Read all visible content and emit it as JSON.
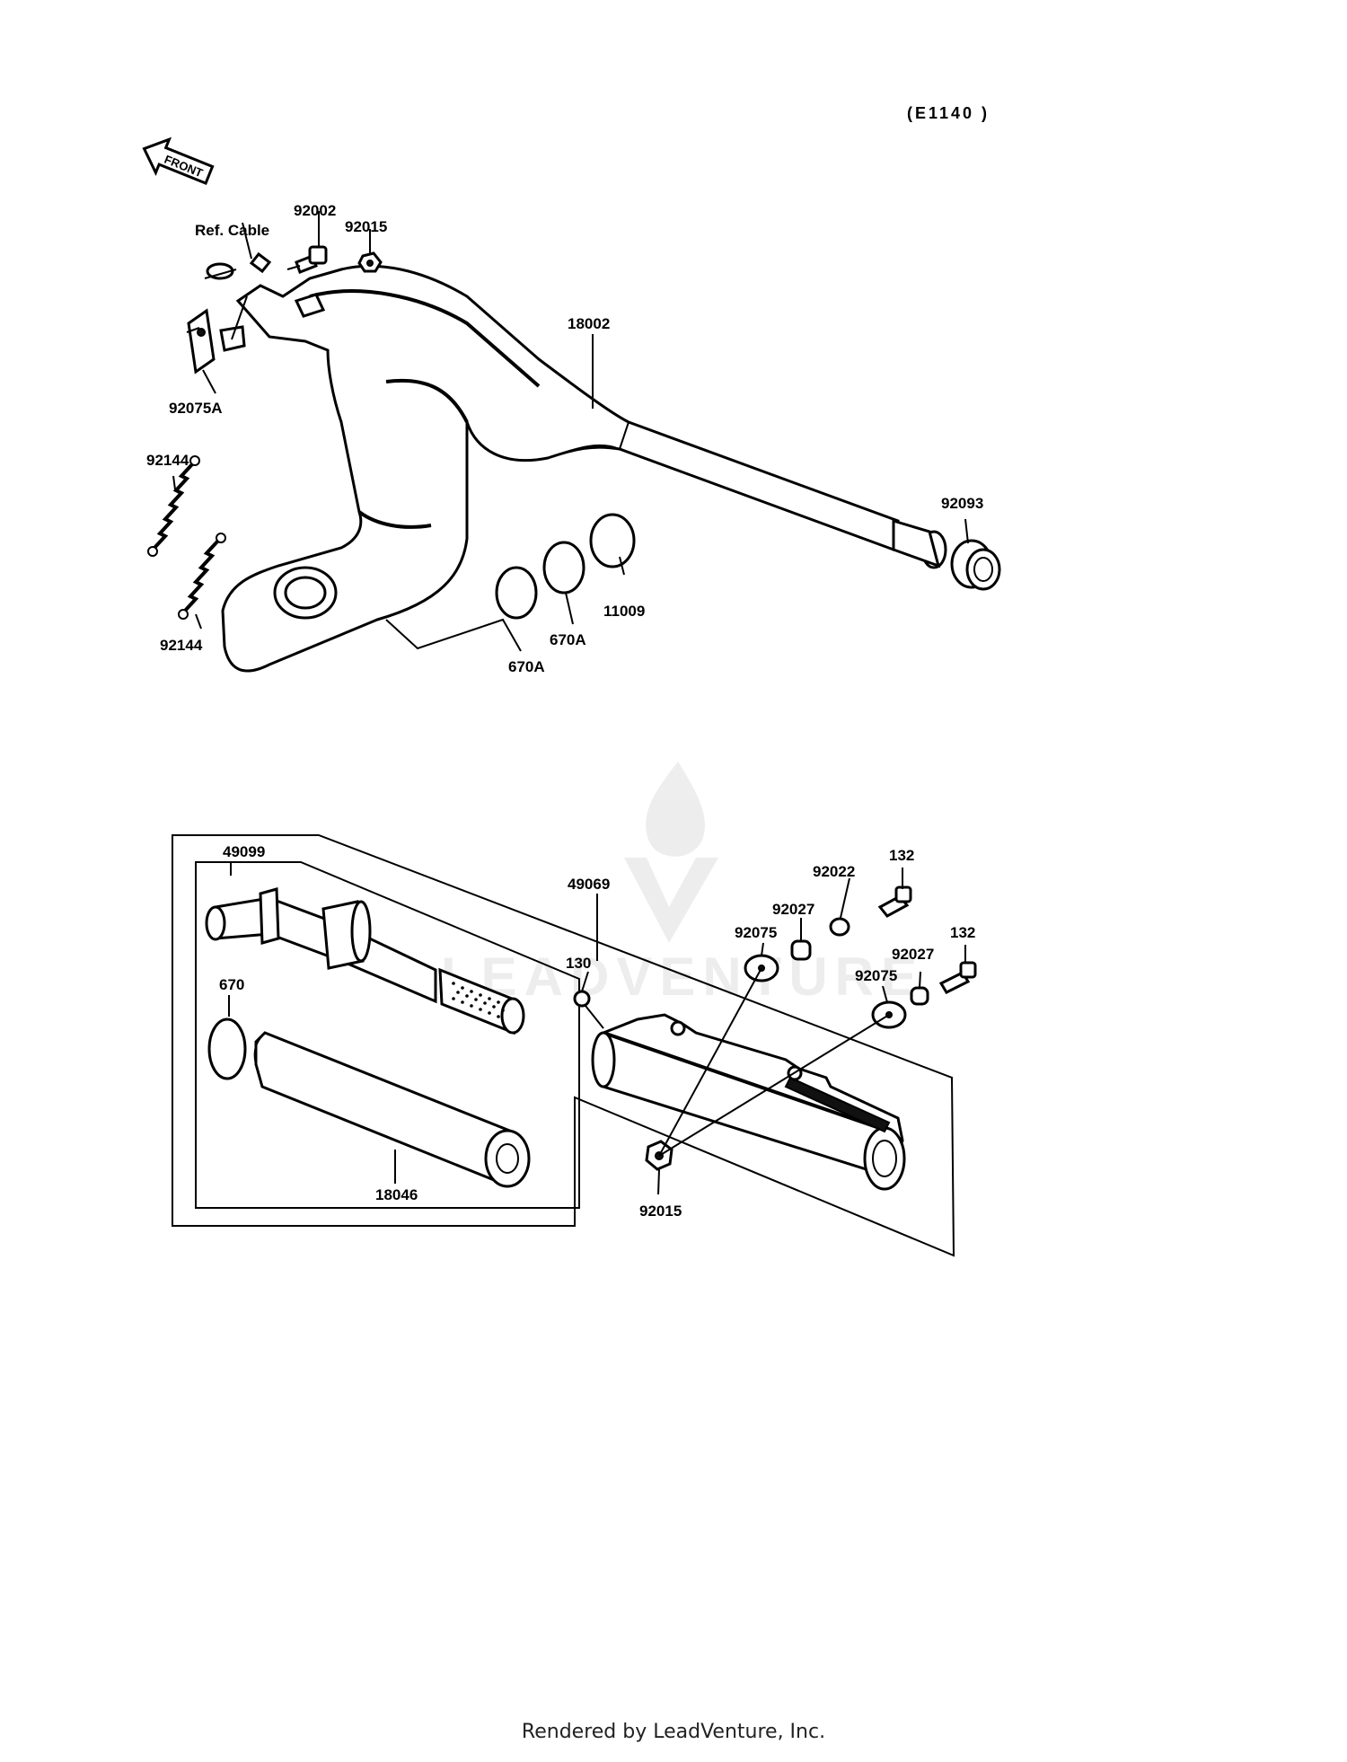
{
  "diagram_code": "(E1140 )",
  "front_arrow_text": "FRONT",
  "ref_cable_text": "Ref. Cable",
  "watermark_text": "LEADVENTURE",
  "labels": {
    "p92002": "92002",
    "p92015_top": "92015",
    "p18002": "18002",
    "p92075A": "92075A",
    "p92144_a": "92144",
    "p92144_b": "92144",
    "p92093": "92093",
    "p11009": "11009",
    "p670A_a": "670A",
    "p670A_b": "670A",
    "p49099": "49099",
    "p49069": "49069",
    "p670": "670",
    "p18046": "18046",
    "p130": "130",
    "p92015_bottom": "92015",
    "p92075_a": "92075",
    "p92075_b": "92075",
    "p92027_a": "92027",
    "p92027_b": "92027",
    "p92022": "92022",
    "p132_a": "132",
    "p132_b": "132"
  },
  "footer": "Rendered by LeadVenture, Inc."
}
